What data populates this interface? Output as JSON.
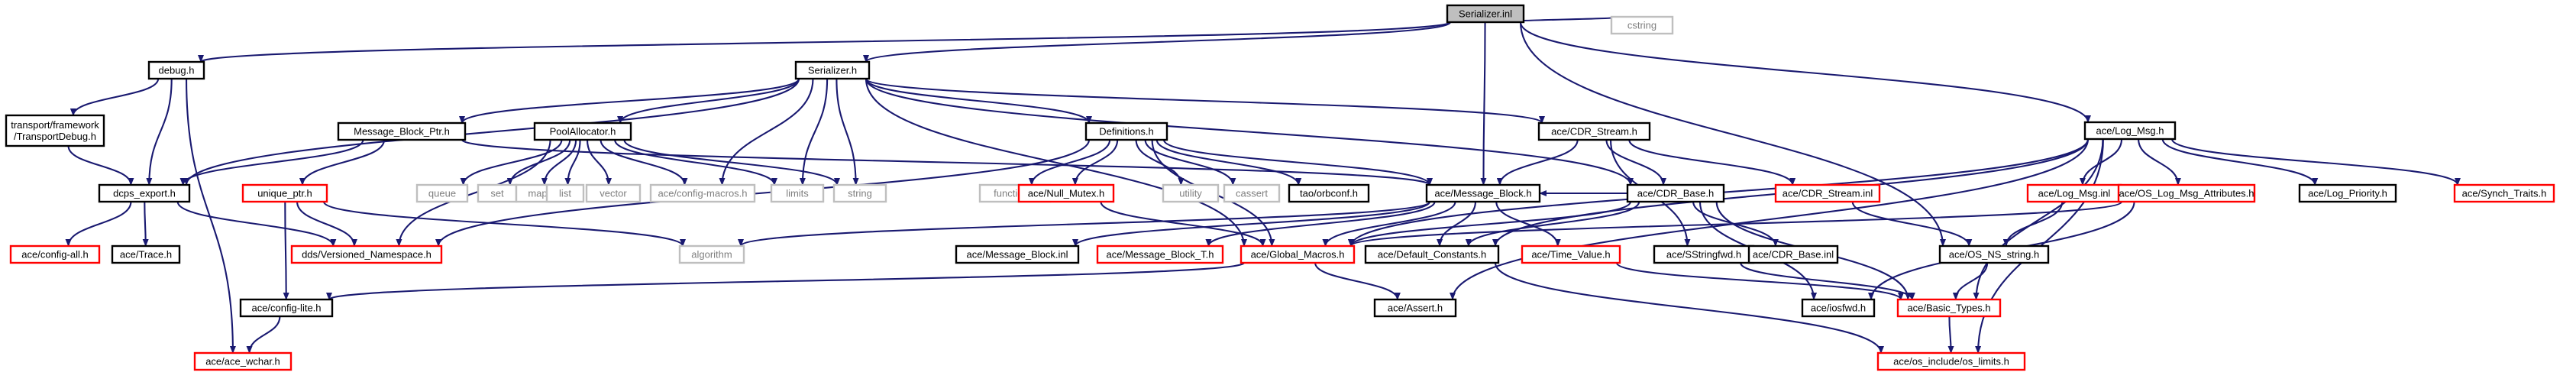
{
  "colors": {
    "edge": "#191970",
    "root_fill": "#bfbfbf",
    "root_border": "#000000",
    "documented_border": "#000000",
    "undocumented_border": "#ff0000",
    "system_border": "#bfbfbf",
    "system_text": "#7f7f7f",
    "node_fill": "#ffffff",
    "text": "#000000"
  },
  "nodes": [
    {
      "id": "serializer_inl",
      "label": "Serializer.inl",
      "kind": "root"
    },
    {
      "id": "debug_h",
      "label": "debug.h",
      "kind": "documented"
    },
    {
      "id": "serializer_h",
      "label": "Serializer.h",
      "kind": "documented"
    },
    {
      "id": "cstring",
      "label": "cstring",
      "kind": "system"
    },
    {
      "id": "log_msg_h",
      "label": "ace/Log_Msg.h",
      "kind": "documented"
    },
    {
      "id": "transport_debug_h",
      "label": "transport/framework\n/TransportDebug.h",
      "kind": "documented"
    },
    {
      "id": "message_block_ptr_h",
      "label": "Message_Block_Ptr.h",
      "kind": "documented"
    },
    {
      "id": "pool_allocator_h",
      "label": "PoolAllocator.h",
      "kind": "documented"
    },
    {
      "id": "definitions_h",
      "label": "Definitions.h",
      "kind": "documented"
    },
    {
      "id": "cdr_stream_h",
      "label": "ace/CDR_Stream.h",
      "kind": "documented"
    },
    {
      "id": "dcps_export_h",
      "label": "dcps_export.h",
      "kind": "documented"
    },
    {
      "id": "unique_ptr_h",
      "label": "unique_ptr.h",
      "kind": "undocumented"
    },
    {
      "id": "queue",
      "label": "queue",
      "kind": "system"
    },
    {
      "id": "set",
      "label": "set",
      "kind": "system"
    },
    {
      "id": "map",
      "label": "map",
      "kind": "system"
    },
    {
      "id": "list",
      "label": "list",
      "kind": "system"
    },
    {
      "id": "vector",
      "label": "vector",
      "kind": "system"
    },
    {
      "id": "config_macros_h",
      "label": "ace/config-macros.h",
      "kind": "system"
    },
    {
      "id": "limits",
      "label": "limits",
      "kind": "system"
    },
    {
      "id": "string",
      "label": "string",
      "kind": "system"
    },
    {
      "id": "functional",
      "label": "functional",
      "kind": "system"
    },
    {
      "id": "null_mutex_h",
      "label": "ace/Null_Mutex.h",
      "kind": "undocumented"
    },
    {
      "id": "utility",
      "label": "utility",
      "kind": "system"
    },
    {
      "id": "cassert",
      "label": "cassert",
      "kind": "system"
    },
    {
      "id": "tao_orbconf_h",
      "label": "tao/orbconf.h",
      "kind": "documented"
    },
    {
      "id": "message_block_h",
      "label": "ace/Message_Block.h",
      "kind": "documented"
    },
    {
      "id": "cdr_base_h",
      "label": "ace/CDR_Base.h",
      "kind": "documented"
    },
    {
      "id": "cdr_stream_inl",
      "label": "ace/CDR_Stream.inl",
      "kind": "undocumented"
    },
    {
      "id": "log_msg_inl",
      "label": "ace/Log_Msg.inl",
      "kind": "undocumented"
    },
    {
      "id": "os_log_msg_attributes_h",
      "label": "ace/OS_Log_Msg_Attributes.h",
      "kind": "undocumented"
    },
    {
      "id": "log_priority_h",
      "label": "ace/Log_Priority.h",
      "kind": "documented"
    },
    {
      "id": "synch_traits_h",
      "label": "ace/Synch_Traits.h",
      "kind": "undocumented"
    },
    {
      "id": "config_all_h",
      "label": "ace/config-all.h",
      "kind": "undocumented"
    },
    {
      "id": "trace_h",
      "label": "ace/Trace.h",
      "kind": "documented"
    },
    {
      "id": "versioned_namespace_h",
      "label": "dds/Versioned_Namespace.h",
      "kind": "undocumented"
    },
    {
      "id": "algorithm",
      "label": "algorithm",
      "kind": "system"
    },
    {
      "id": "message_block_inl",
      "label": "ace/Message_Block.inl",
      "kind": "documented"
    },
    {
      "id": "message_block_t_h",
      "label": "ace/Message_Block_T.h",
      "kind": "undocumented"
    },
    {
      "id": "global_macros_h",
      "label": "ace/Global_Macros.h",
      "kind": "undocumented"
    },
    {
      "id": "default_constants_h",
      "label": "ace/Default_Constants.h",
      "kind": "documented"
    },
    {
      "id": "time_value_h",
      "label": "ace/Time_Value.h",
      "kind": "undocumented"
    },
    {
      "id": "sstringfwd_h",
      "label": "ace/SStringfwd.h",
      "kind": "documented"
    },
    {
      "id": "cdr_base_inl",
      "label": "ace/CDR_Base.inl",
      "kind": "documented"
    },
    {
      "id": "os_ns_string_h",
      "label": "ace/OS_NS_string.h",
      "kind": "documented"
    },
    {
      "id": "config_lite_h",
      "label": "ace/config-lite.h",
      "kind": "documented"
    },
    {
      "id": "assert_h",
      "label": "ace/Assert.h",
      "kind": "documented"
    },
    {
      "id": "iosfwd_h",
      "label": "ace/iosfwd.h",
      "kind": "documented"
    },
    {
      "id": "basic_types_h",
      "label": "ace/Basic_Types.h",
      "kind": "undocumented"
    },
    {
      "id": "ace_wchar_h",
      "label": "ace/ace_wchar.h",
      "kind": "undocumented"
    },
    {
      "id": "os_limits_h",
      "label": "ace/os_include/os_limits.h",
      "kind": "undocumented"
    }
  ],
  "edges": [
    [
      "serializer_inl",
      "debug_h"
    ],
    [
      "serializer_inl",
      "serializer_h"
    ],
    [
      "serializer_inl",
      "cstring"
    ],
    [
      "serializer_inl",
      "log_msg_h"
    ],
    [
      "serializer_inl",
      "message_block_h"
    ],
    [
      "serializer_inl",
      "os_ns_string_h"
    ],
    [
      "debug_h",
      "transport_debug_h"
    ],
    [
      "debug_h",
      "dcps_export_h"
    ],
    [
      "debug_h",
      "ace_wchar_h"
    ],
    [
      "transport_debug_h",
      "dcps_export_h"
    ],
    [
      "serializer_h",
      "message_block_ptr_h"
    ],
    [
      "serializer_h",
      "pool_allocator_h"
    ],
    [
      "serializer_h",
      "definitions_h"
    ],
    [
      "serializer_h",
      "cdr_stream_h"
    ],
    [
      "serializer_h",
      "dcps_export_h"
    ],
    [
      "serializer_h",
      "config_macros_h"
    ],
    [
      "serializer_h",
      "limits"
    ],
    [
      "serializer_h",
      "string"
    ],
    [
      "serializer_h",
      "cdr_base_h"
    ],
    [
      "serializer_h",
      "global_macros_h"
    ],
    [
      "message_block_ptr_h",
      "dcps_export_h"
    ],
    [
      "message_block_ptr_h",
      "unique_ptr_h"
    ],
    [
      "message_block_ptr_h",
      "message_block_h"
    ],
    [
      "pool_allocator_h",
      "queue"
    ],
    [
      "pool_allocator_h",
      "set"
    ],
    [
      "pool_allocator_h",
      "map"
    ],
    [
      "pool_allocator_h",
      "list"
    ],
    [
      "pool_allocator_h",
      "vector"
    ],
    [
      "pool_allocator_h",
      "config_macros_h"
    ],
    [
      "pool_allocator_h",
      "limits"
    ],
    [
      "pool_allocator_h",
      "string"
    ],
    [
      "pool_allocator_h",
      "versioned_namespace_h"
    ],
    [
      "definitions_h",
      "functional"
    ],
    [
      "definitions_h",
      "null_mutex_h"
    ],
    [
      "definitions_h",
      "utility"
    ],
    [
      "definitions_h",
      "cassert"
    ],
    [
      "definitions_h",
      "tao_orbconf_h"
    ],
    [
      "definitions_h",
      "message_block_h"
    ],
    [
      "definitions_h",
      "versioned_namespace_h"
    ],
    [
      "definitions_h",
      "global_macros_h"
    ],
    [
      "cdr_stream_h",
      "message_block_h"
    ],
    [
      "cdr_stream_h",
      "cdr_base_h"
    ],
    [
      "cdr_stream_h",
      "cdr_stream_inl"
    ],
    [
      "cdr_stream_h",
      "sstringfwd_h"
    ],
    [
      "dcps_export_h",
      "config_all_h"
    ],
    [
      "dcps_export_h",
      "trace_h"
    ],
    [
      "dcps_export_h",
      "versioned_namespace_h"
    ],
    [
      "unique_ptr_h",
      "versioned_namespace_h"
    ],
    [
      "unique_ptr_h",
      "algorithm"
    ],
    [
      "unique_ptr_h",
      "config_lite_h"
    ],
    [
      "null_mutex_h",
      "global_macros_h"
    ],
    [
      "message_block_h",
      "message_block_inl"
    ],
    [
      "message_block_h",
      "message_block_t_h"
    ],
    [
      "message_block_h",
      "global_macros_h"
    ],
    [
      "message_block_h",
      "default_constants_h"
    ],
    [
      "message_block_h",
      "time_value_h"
    ],
    [
      "message_block_h",
      "algorithm"
    ],
    [
      "cdr_base_h",
      "global_macros_h"
    ],
    [
      "cdr_base_h",
      "default_constants_h"
    ],
    [
      "cdr_base_h",
      "cdr_base_inl"
    ],
    [
      "cdr_base_h",
      "basic_types_h"
    ],
    [
      "cdr_base_h",
      "iosfwd_h"
    ],
    [
      "cdr_base_h",
      "message_block_h"
    ],
    [
      "cdr_stream_inl",
      "os_ns_string_h"
    ],
    [
      "log_msg_h",
      "log_msg_inl"
    ],
    [
      "log_msg_h",
      "os_log_msg_attributes_h"
    ],
    [
      "log_msg_h",
      "log_priority_h"
    ],
    [
      "log_msg_h",
      "synch_traits_h"
    ],
    [
      "log_msg_h",
      "global_macros_h"
    ],
    [
      "log_msg_h",
      "default_constants_h"
    ],
    [
      "log_msg_h",
      "basic_types_h"
    ],
    [
      "log_msg_h",
      "os_limits_h"
    ],
    [
      "log_msg_h",
      "assert_h"
    ],
    [
      "log_msg_inl",
      "os_ns_string_h"
    ],
    [
      "os_log_msg_attributes_h",
      "iosfwd_h"
    ],
    [
      "os_log_msg_attributes_h",
      "global_macros_h"
    ],
    [
      "global_macros_h",
      "assert_h"
    ],
    [
      "global_macros_h",
      "config_lite_h"
    ],
    [
      "default_constants_h",
      "os_limits_h"
    ],
    [
      "time_value_h",
      "basic_types_h"
    ],
    [
      "sstringfwd_h",
      "basic_types_h"
    ],
    [
      "os_ns_string_h",
      "basic_types_h"
    ],
    [
      "config_lite_h",
      "ace_wchar_h"
    ],
    [
      "basic_types_h",
      "os_limits_h"
    ]
  ]
}
